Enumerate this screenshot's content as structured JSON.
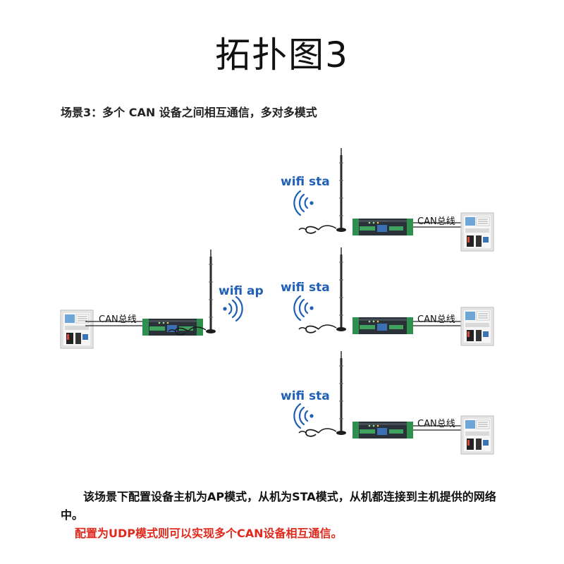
{
  "title": "拓扑图3",
  "subtitle": "场景3：多个 CAN 设备之间相互通信，多对多模式",
  "master": {
    "wifi_label": "wifi ap",
    "can_label": "CAN总线"
  },
  "slaves": [
    {
      "wifi_label": "wifi sta",
      "can_label": "CAN总线"
    },
    {
      "wifi_label": "wifi sta",
      "can_label": "CAN总线"
    },
    {
      "wifi_label": "wifi sta",
      "can_label": "CAN总线"
    }
  ],
  "description": "该场景下配置设备主机为AP模式，从机为STA模式，从机都连接到主机提供的网络中。",
  "note": "配置为UDP模式则可以实现多个CAN设备相互通信。",
  "colors": {
    "wifi_blue": "#1f5fb5",
    "note_red": "#e0281c",
    "device_green": "#2f8f4e",
    "device_dark": "#2b3138"
  }
}
